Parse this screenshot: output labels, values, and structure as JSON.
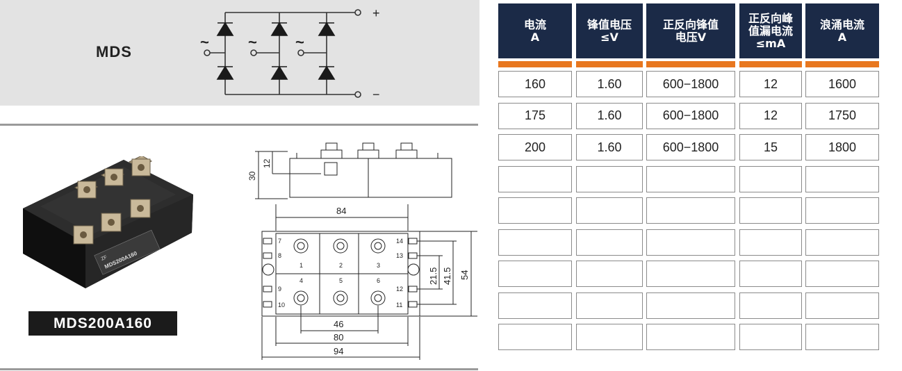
{
  "product": {
    "series_label": "MDS",
    "model": "MDS200A160"
  },
  "circuit": {
    "plus": "+",
    "minus": "−",
    "ac": [
      "~",
      "~",
      "~"
    ]
  },
  "module_marking": {
    "logo": "ZF",
    "model": "MDS200A160"
  },
  "drawing": {
    "dim_height_total": "30",
    "dim_height_terminal": "12",
    "dim_width_inner": "84",
    "dim_pitch_46": "46",
    "dim_pitch_80": "80",
    "dim_width_total": "94",
    "dim_21_5": "21.5",
    "dim_41_5": "41.5",
    "dim_54": "54",
    "terminal_numbers": [
      "1",
      "2",
      "3",
      "4",
      "5",
      "6"
    ],
    "pin_left": [
      "7",
      "8",
      "9",
      "10"
    ],
    "pin_right": [
      "14",
      "13",
      "12",
      "11"
    ]
  },
  "table": {
    "headers": [
      [
        "电流",
        "A"
      ],
      [
        "锋值电压",
        "≤V"
      ],
      [
        "正反向锋值",
        "电压V"
      ],
      [
        "正反向峰",
        "值漏电流",
        "≤mA"
      ],
      [
        "浪涌电流",
        "A"
      ]
    ],
    "rows": [
      [
        "160",
        "1.60",
        "600−1800",
        "12",
        "1600"
      ],
      [
        "175",
        "1.60",
        "600−1800",
        "12",
        "1750"
      ],
      [
        "200",
        "1.60",
        "600−1800",
        "15",
        "1800"
      ],
      [
        "",
        "",
        "",
        "",
        ""
      ],
      [
        "",
        "",
        "",
        "",
        ""
      ],
      [
        "",
        "",
        "",
        "",
        ""
      ],
      [
        "",
        "",
        "",
        "",
        ""
      ],
      [
        "",
        "",
        "",
        "",
        ""
      ],
      [
        "",
        "",
        "",
        "",
        ""
      ]
    ]
  },
  "colors": {
    "header_bg": "#1b2a47",
    "accent_orange": "#e8771f",
    "banner_bg": "#e3e3e3"
  }
}
